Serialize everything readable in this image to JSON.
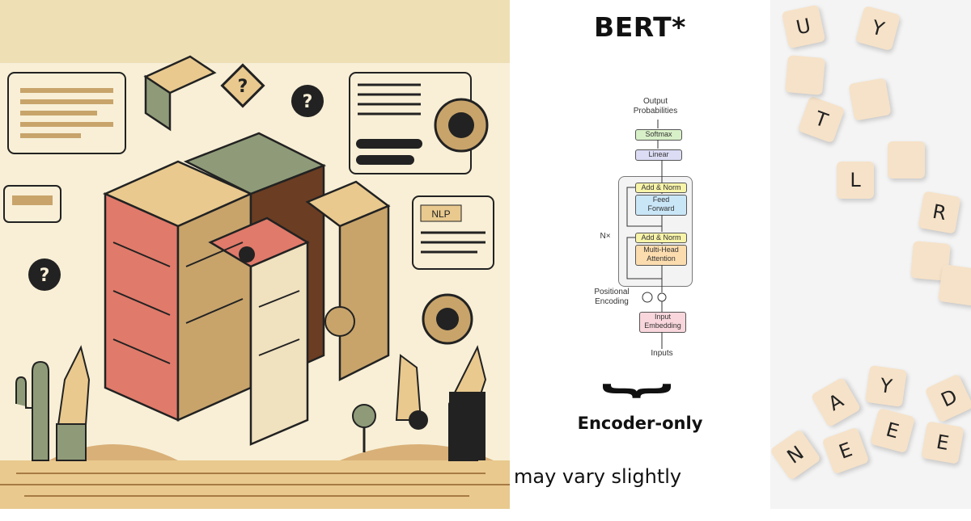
{
  "header": {
    "title": "BERT*"
  },
  "diagram": {
    "output_label": "Output\nProbabilities",
    "softmax": "Softmax",
    "linear": "Linear",
    "add_norm_top": "Add & Norm",
    "feed_forward": "Feed\nForward",
    "add_norm_bottom": "Add & Norm",
    "attention": "Multi-Head\nAttention",
    "nx": "N×",
    "positional": "Positional\nEncoding",
    "input_embedding": "Input\nEmbedding",
    "inputs": "Inputs"
  },
  "footer": {
    "subtitle": "Encoder-only",
    "caption": "may vary slightly"
  },
  "illustration": {
    "sign_text": "NLP"
  },
  "tiles": [
    "U",
    "Y",
    "T",
    "L",
    "R",
    "D",
    "Y",
    "A",
    "E",
    "N",
    "E",
    "E"
  ],
  "colors": {
    "cream": "#f8efd6",
    "tan": "#c8a46b",
    "salmon": "#e07a6a",
    "sage": "#8f9b78",
    "brown": "#6b3d22",
    "ink": "#222222",
    "softmax_green": "#d8f0c8",
    "linear_purple": "#dcdcf5",
    "feed_blue": "#c9e6f7",
    "attn_orange": "#fbdcae",
    "norm_yellow": "#f7f3a8",
    "embed_pink": "#f8d6dc"
  }
}
